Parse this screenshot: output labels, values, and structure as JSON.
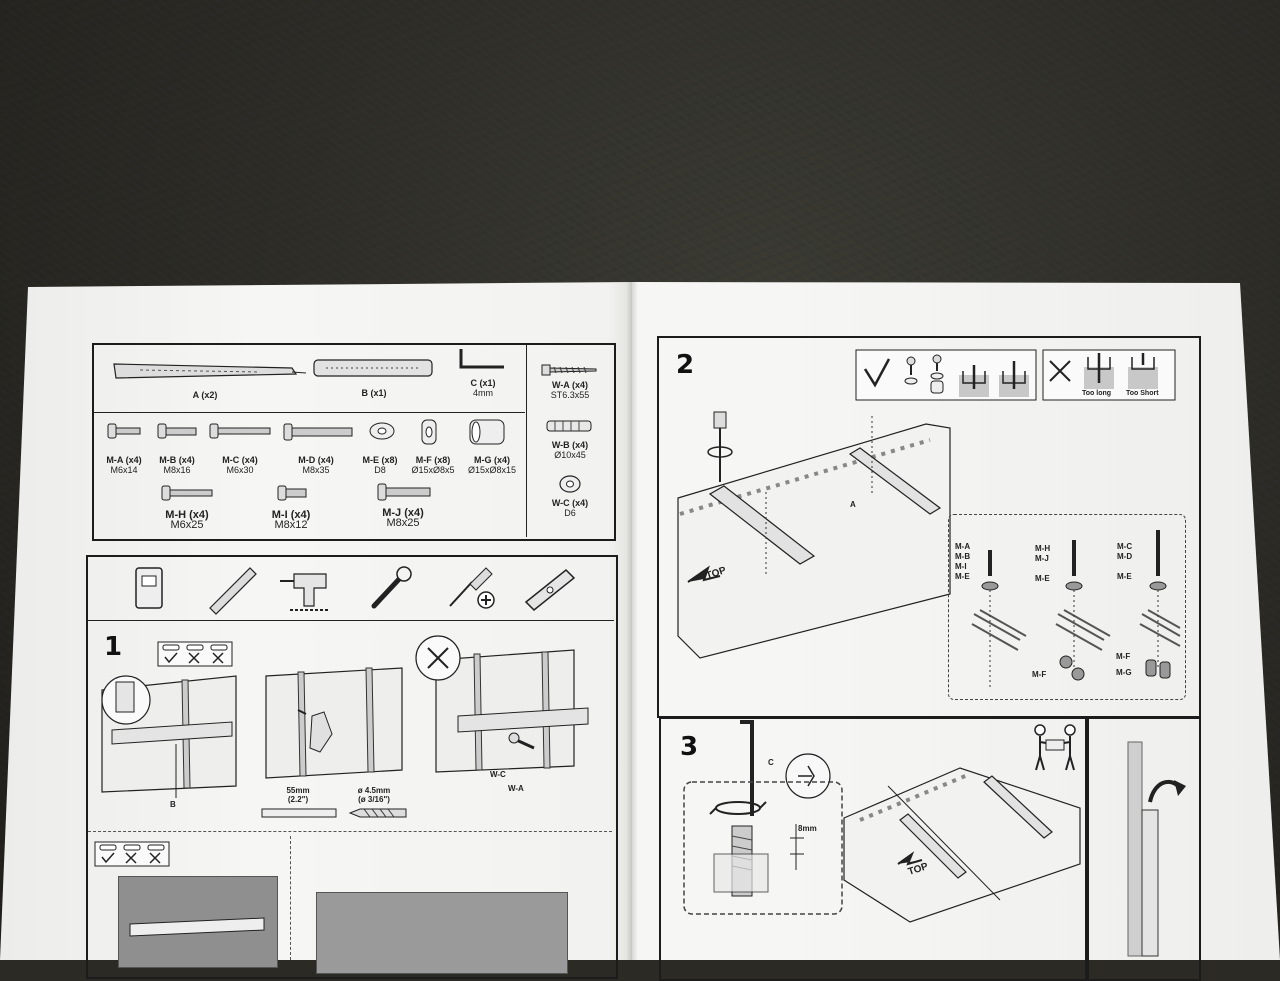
{
  "parts_top": [
    {
      "label": "A (x2)",
      "spec": ""
    },
    {
      "label": "B (x1)",
      "spec": ""
    },
    {
      "label": "C (x1)",
      "spec": "4mm"
    }
  ],
  "parts_wall": [
    {
      "label": "W-A (x4)",
      "spec": "ST6.3x55"
    },
    {
      "label": "W-B (x4)",
      "spec": "Ø10x45"
    },
    {
      "label": "W-C (x4)",
      "spec": "D6"
    }
  ],
  "parts_screws_row1": [
    {
      "label": "M-A (x4)",
      "spec": "M6x14"
    },
    {
      "label": "M-B (x4)",
      "spec": "M8x16"
    },
    {
      "label": "M-C (x4)",
      "spec": "M6x30"
    },
    {
      "label": "M-D (x4)",
      "spec": "M8x35"
    },
    {
      "label": "M-E (x8)",
      "spec": "D8"
    },
    {
      "label": "M-F (x8)",
      "spec": "Ø15xØ8x5"
    },
    {
      "label": "M-G (x4)",
      "spec": "Ø15xØ8x15"
    }
  ],
  "parts_screws_row2": [
    {
      "label": "M-H (x4)",
      "spec": "M6x25"
    },
    {
      "label": "M-I (x4)",
      "spec": "M8x12"
    },
    {
      "label": "M-J (x4)",
      "spec": "M8x25"
    }
  ],
  "steps": {
    "one": "1",
    "two": "2",
    "three": "3"
  },
  "step1": {
    "label_b": "B",
    "dim_length": "55mm",
    "dim_length_in": "(2.2\")",
    "dim_dia": "ø 4.5mm",
    "dim_dia_in": "(ø 3/16\")",
    "label_wc": "W-C",
    "label_wa": "W-A"
  },
  "step2": {
    "label_a": "A",
    "top": "TOP",
    "too_long": "Too long",
    "too_short": "Too Short",
    "col1": [
      "M-A",
      "M-B",
      "M-I"
    ],
    "col2": [
      "M-H",
      "M-J"
    ],
    "col3": [
      "M-C",
      "M-D"
    ],
    "me": "M-E",
    "mf": "M-F",
    "mg": "M-G"
  },
  "step3": {
    "label_c": "C",
    "dim": "8mm",
    "top": "TOP"
  }
}
